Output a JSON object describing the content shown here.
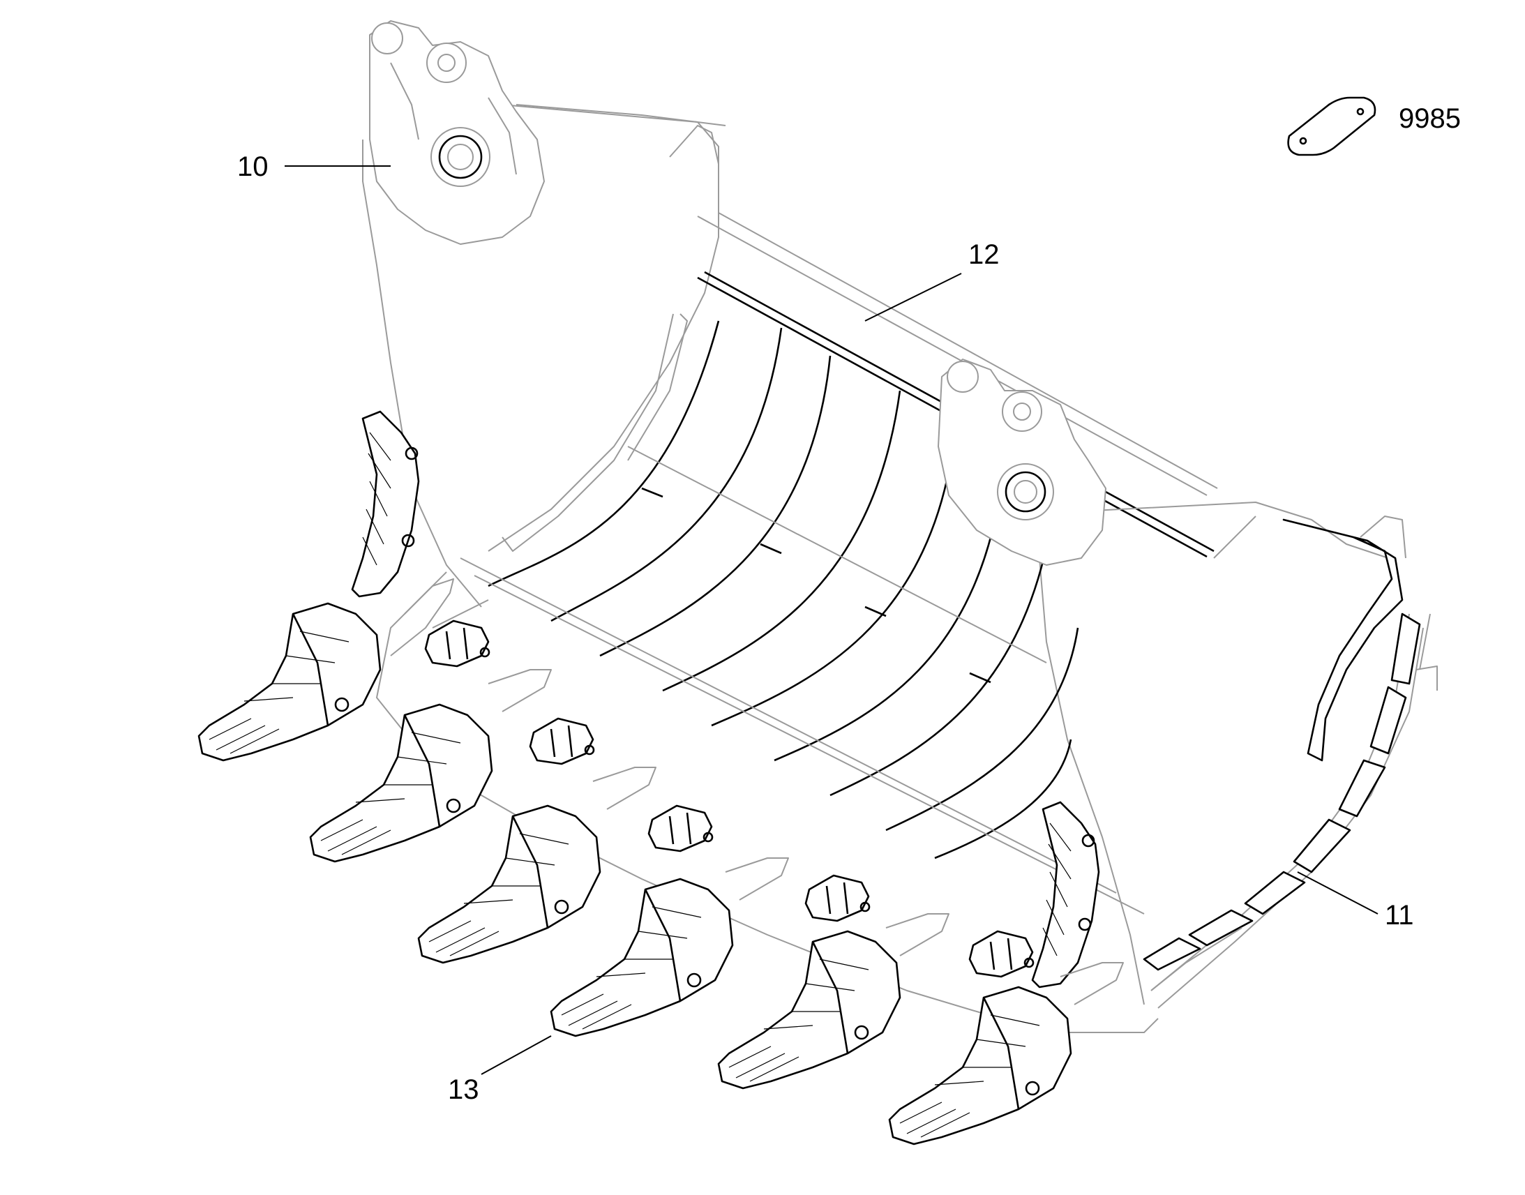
{
  "callouts": {
    "c10": "10",
    "c11": "11",
    "c12": "12",
    "c13": "13",
    "c9985": "9985"
  },
  "colors": {
    "ink": "#000000",
    "body_line": "#9a9a9a",
    "background": "#ffffff"
  }
}
